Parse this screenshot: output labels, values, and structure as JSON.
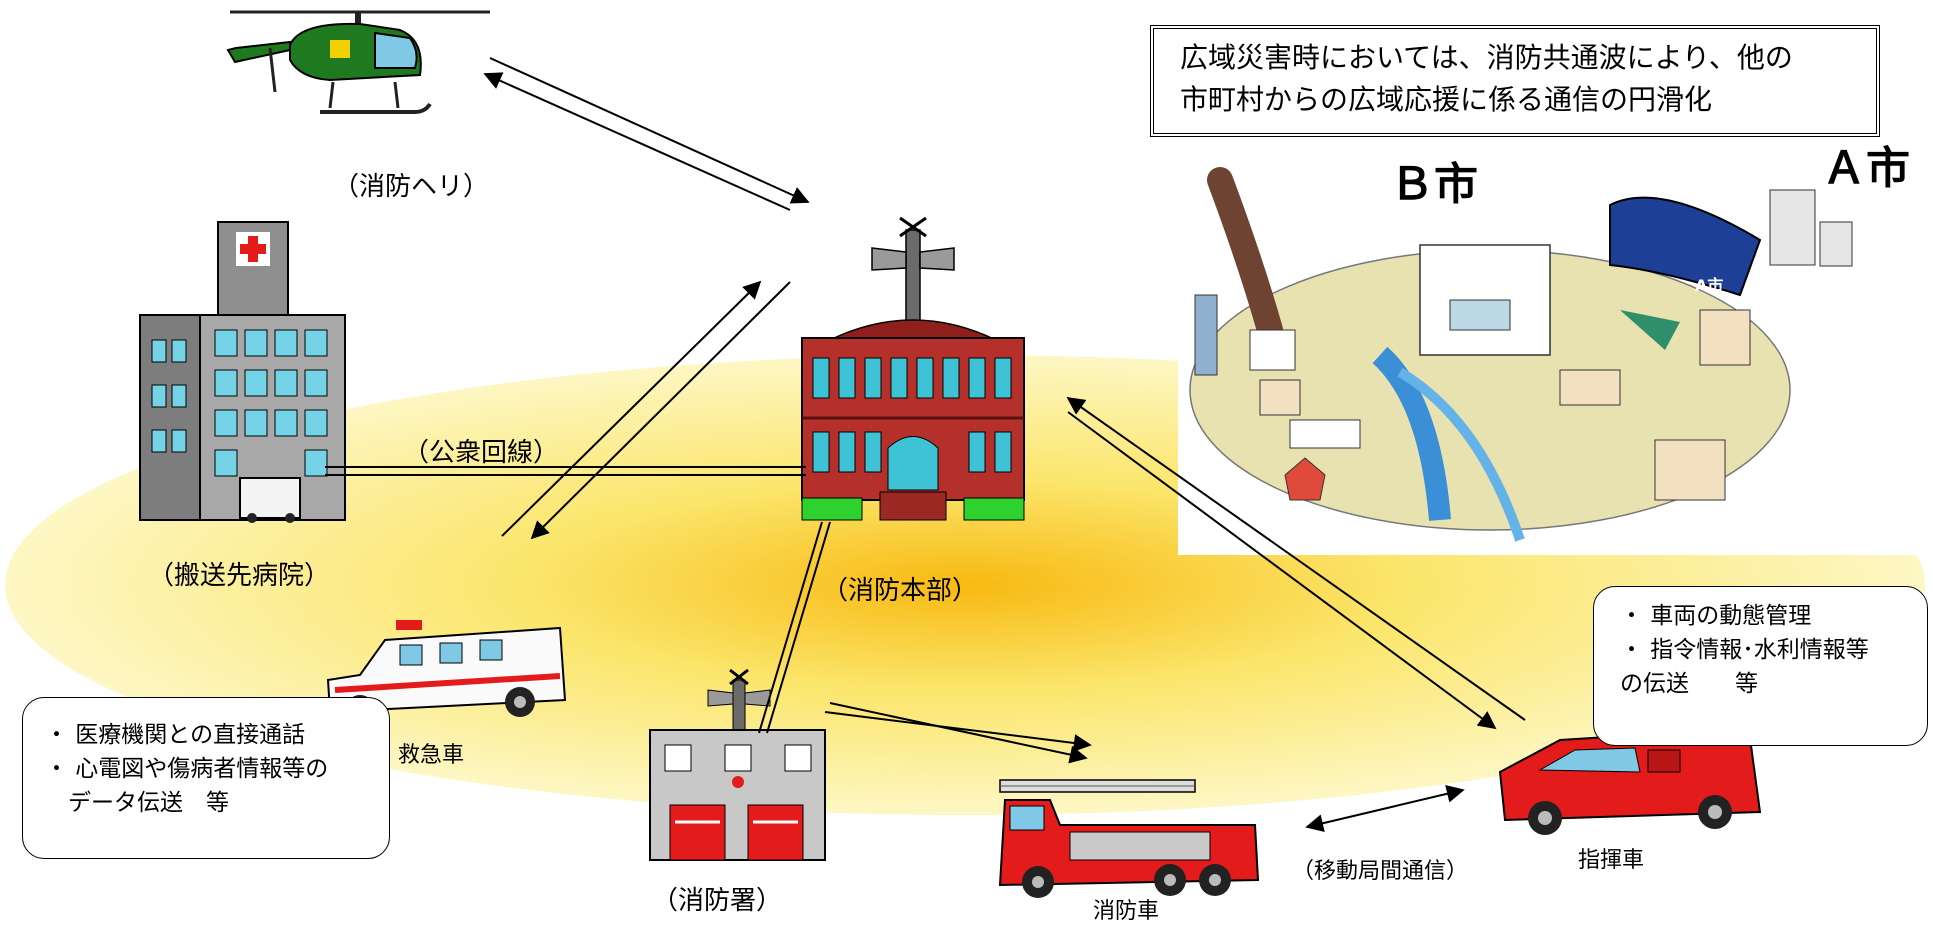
{
  "notice": {
    "line1": "広域災害時においては、消防共通波により、他の",
    "line2": "市町村からの広域応援に係る通信の円滑化"
  },
  "labels": {
    "city_b": "Ｂ市",
    "city_a": "Ａ市",
    "helicopter": "（消防ヘリ）",
    "hospital": "（搬送先病院）",
    "public_line": "（公衆回線）",
    "headquarters": "（消防本部）",
    "ambulance": "救急車",
    "fire_station": "（消防署）",
    "fire_engine": "消防車",
    "mobile_comm": "（移動局間通信）",
    "command_vehicle": "指揮車",
    "ambulance_van_text": "A市"
  },
  "callouts": {
    "ambulance": [
      "・ 医療機関との直接通話",
      "・ 心電図や傷病者情報等の",
      "　データ伝送　等"
    ],
    "command": [
      "・ 車両の動態管理",
      "・ 指令情報･水利情報等",
      "の伝送　　等"
    ]
  },
  "colors": {
    "yellow_outer": "#fbf6b8",
    "yellow_core": "#f9c21a",
    "brick": "#b5302a",
    "fire_red": "#e31b1b",
    "window_cyan": "#3ec3d6"
  }
}
